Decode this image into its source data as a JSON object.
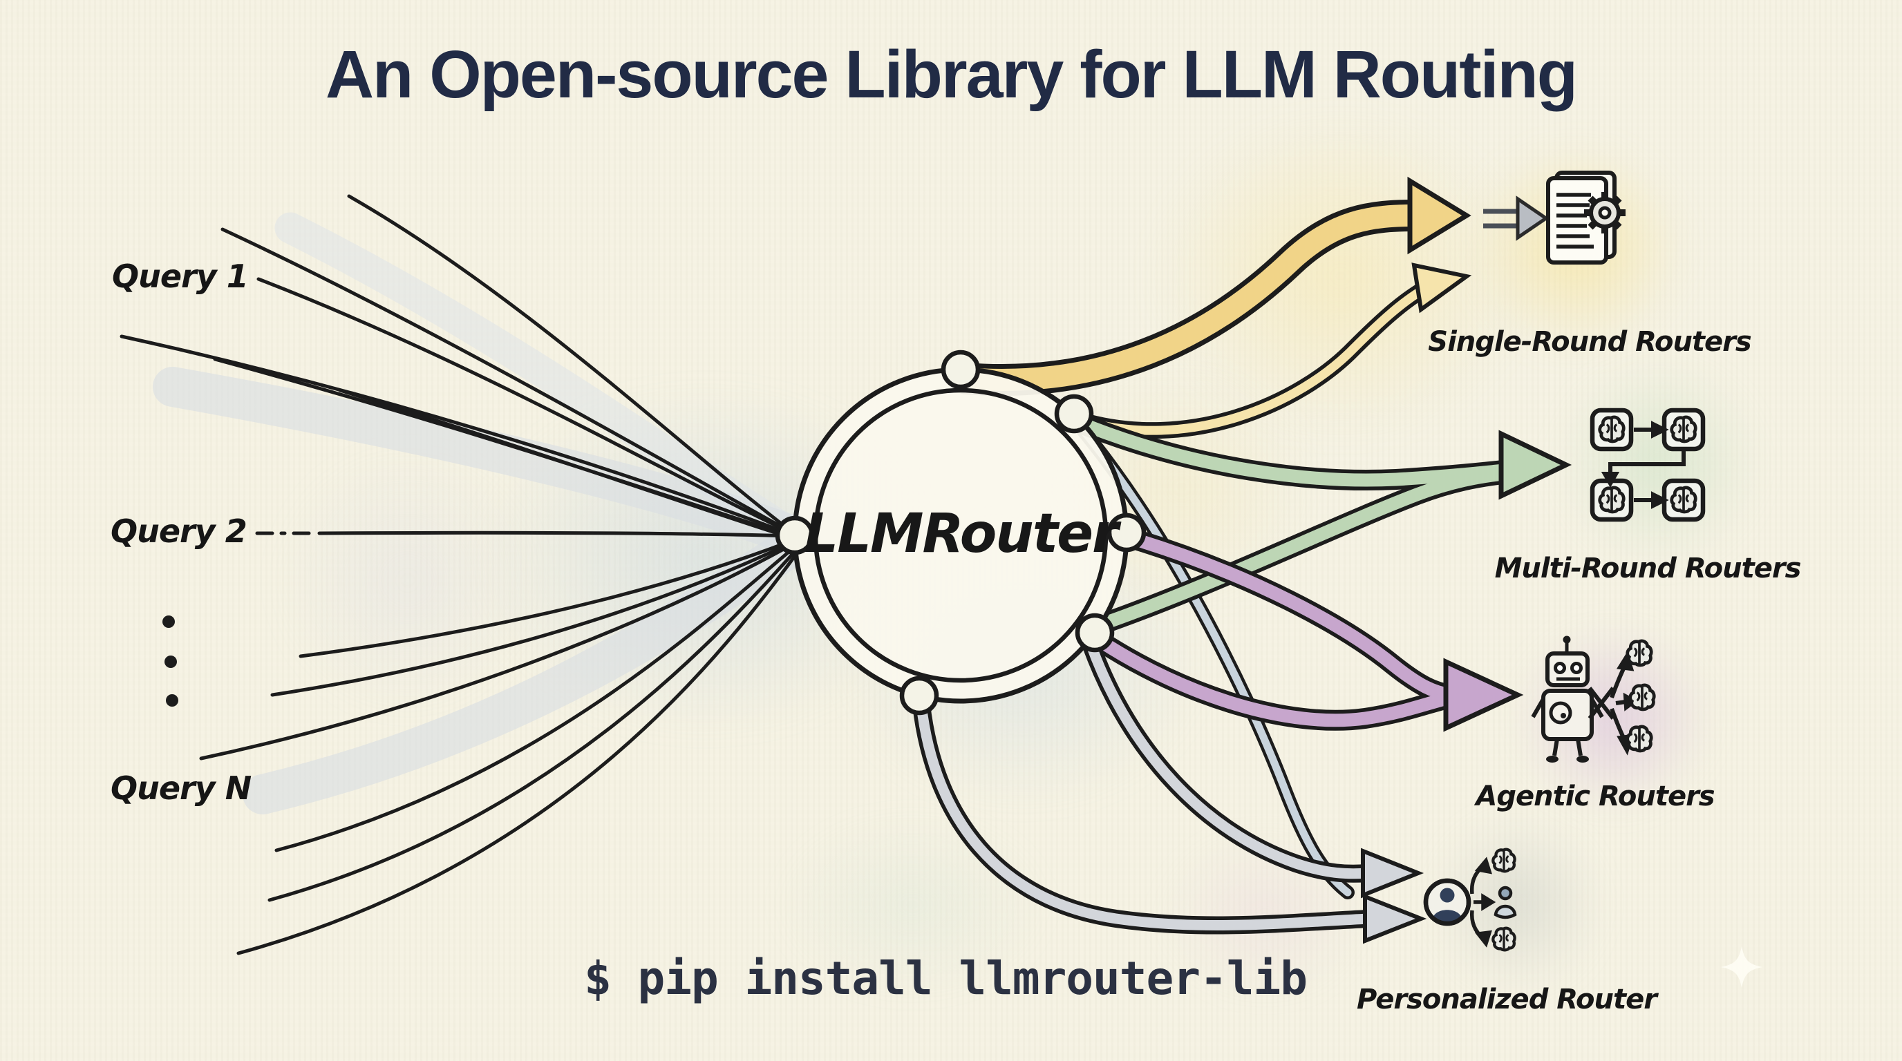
{
  "title": "An Open-source Library for LLM Routing",
  "queries": {
    "q1": "Query 1",
    "q2": "Query 2",
    "qn": "Query N"
  },
  "router": {
    "label": "LLMRouter"
  },
  "outputs": {
    "single_round": {
      "label": "Single-Round Routers"
    },
    "multi_round": {
      "label": "Multi-Round Routers"
    },
    "agentic": {
      "label": "Agentic Routers"
    },
    "personalized": {
      "label": "Personalized Router"
    }
  },
  "command": "$ pip install llmrouter-lib",
  "colors": {
    "background": "#f5f2e3",
    "ink": "#1c1c1c",
    "title_ink": "#212b45",
    "yellow": "#f1d488",
    "yellow_light": "#f6e4ac",
    "green": "#bdd6b5",
    "purple": "#c7a6cd",
    "gray": "#d3d6db",
    "blue_gray": "#c9d4dd"
  }
}
